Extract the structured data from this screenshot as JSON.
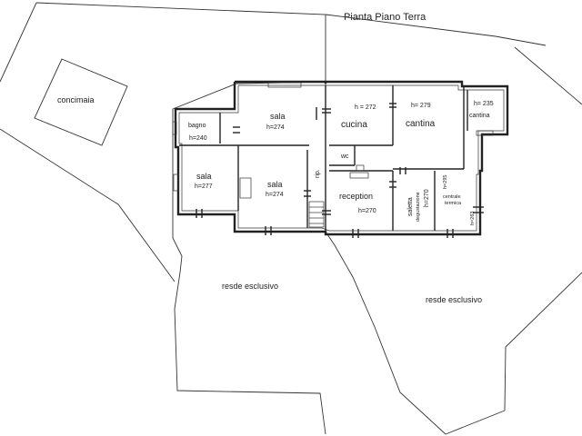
{
  "title": "Pianta Piano Terra",
  "outdoor": {
    "concimaia": "concimaia",
    "resede_left": "resde esclusivo",
    "resede_right": "resde esclusivo"
  },
  "rooms": {
    "bagno": {
      "name": "bagno",
      "height": "h=240"
    },
    "sala_top": {
      "name": "sala",
      "height": "h=274"
    },
    "sala_left": {
      "name": "sala",
      "height": "h=277"
    },
    "sala_mid": {
      "name": "sala",
      "height": "h=274"
    },
    "rip": {
      "name": "rip."
    },
    "cucina": {
      "name": "cucina",
      "height": "h = 272"
    },
    "wc": {
      "name": "wc"
    },
    "cantina_big": {
      "name": "cantina",
      "height": "h= 279"
    },
    "cantina_small": {
      "name": "cantina",
      "height": "h= 235"
    },
    "reception": {
      "name": "reception",
      "height": "h=270"
    },
    "saletta": {
      "name": "saletta",
      "sub": "degustazione",
      "height": "h=270"
    },
    "centrale": {
      "name": "centrale",
      "sub": "termica",
      "height_a": "h=295",
      "height_b": "h=263"
    }
  }
}
